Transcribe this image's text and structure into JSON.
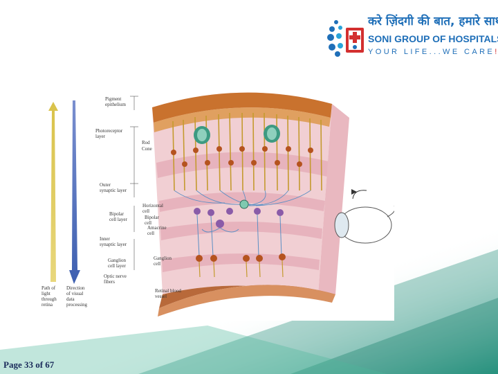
{
  "header": {
    "tagline_hindi": "करे ज़िंदगी की बात, हमारे साथ",
    "brand_name": "SONI GROUP OF HOSPITALS",
    "motto_main": "YOUR LIFE...WE CARE",
    "motto_end": "!"
  },
  "figure": {
    "labels": {
      "pigment_epithelium": "Pigment\nepithelium",
      "photoreceptor_layer": "Photoreceptor\nlayer",
      "rod": "Rod",
      "cone": "Cone",
      "outer_synaptic_layer": "Outer\nsynaptic layer",
      "horizontal_cell": "Horizontal\ncell",
      "bipolar_cell_layer": "Bipolar\ncell layer",
      "bipolar_cell": "Bipolar\ncell",
      "amacrine_cell": "Amacrine\ncell",
      "inner_synaptic_layer": "Inner\nsynaptic layer",
      "ganglion_cell_layer": "Ganglion\ncell layer",
      "ganglion_cell": "Ganglion\ncell",
      "optic_nerve_fibers": "Optic nerve\nfibers",
      "retinal_blood_vessel": "Retinal blood\nvessel",
      "path_of_light": "Path of\nlight\nthrough\nretina",
      "direction_of_processing": "Direction\nof visual\ndata\nprocessing"
    }
  },
  "footer": {
    "page_indicator": "Page 33 of 67"
  },
  "colors": {
    "brand_blue": "#1f6fb8",
    "accent_red": "#d32f2f",
    "light_arrow": "#d9c24a",
    "processing_arrow": "#4a6fb8"
  }
}
